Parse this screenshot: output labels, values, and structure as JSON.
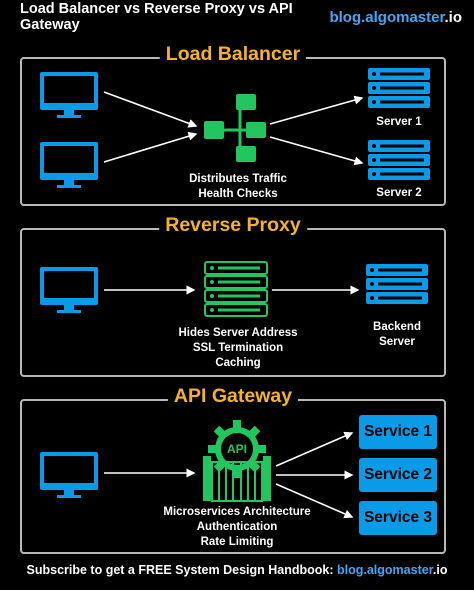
{
  "header": {
    "title": "Load Balancer vs Reverse Proxy vs API Gateway",
    "brand_prefix": "blog.",
    "brand_main": "algomaster",
    "brand_suffix": ".io"
  },
  "load_balancer": {
    "title": "Load Balancer",
    "caption_line1": "Distributes Traffic",
    "caption_line2": "Health Checks",
    "server1": "Server 1",
    "server2": "Server 2"
  },
  "reverse_proxy": {
    "title": "Reverse Proxy",
    "caption_line1": "Hides Server Address",
    "caption_line2": "SSL Termination",
    "caption_line3": "Caching",
    "backend_line1": "Backend",
    "backend_line2": "Server"
  },
  "api_gateway": {
    "title": "API Gateway",
    "icon_text": "API",
    "caption_line1": "Microservices Architecture",
    "caption_line2": "Authentication",
    "caption_line3": "Rate Limiting",
    "service1": "Service 1",
    "service2": "Service 2",
    "service3": "Service 3"
  },
  "footer": {
    "text": "Subscribe to get a FREE System Design Handbook: ",
    "brand_prefix": "blog.",
    "brand_main": "algomaster",
    "brand_suffix": ".io"
  },
  "colors": {
    "accent_blue": "#0a9be8",
    "accent_green": "#22c55e",
    "title_orange": "#f4b228",
    "border_gray": "#b8b8b8"
  }
}
